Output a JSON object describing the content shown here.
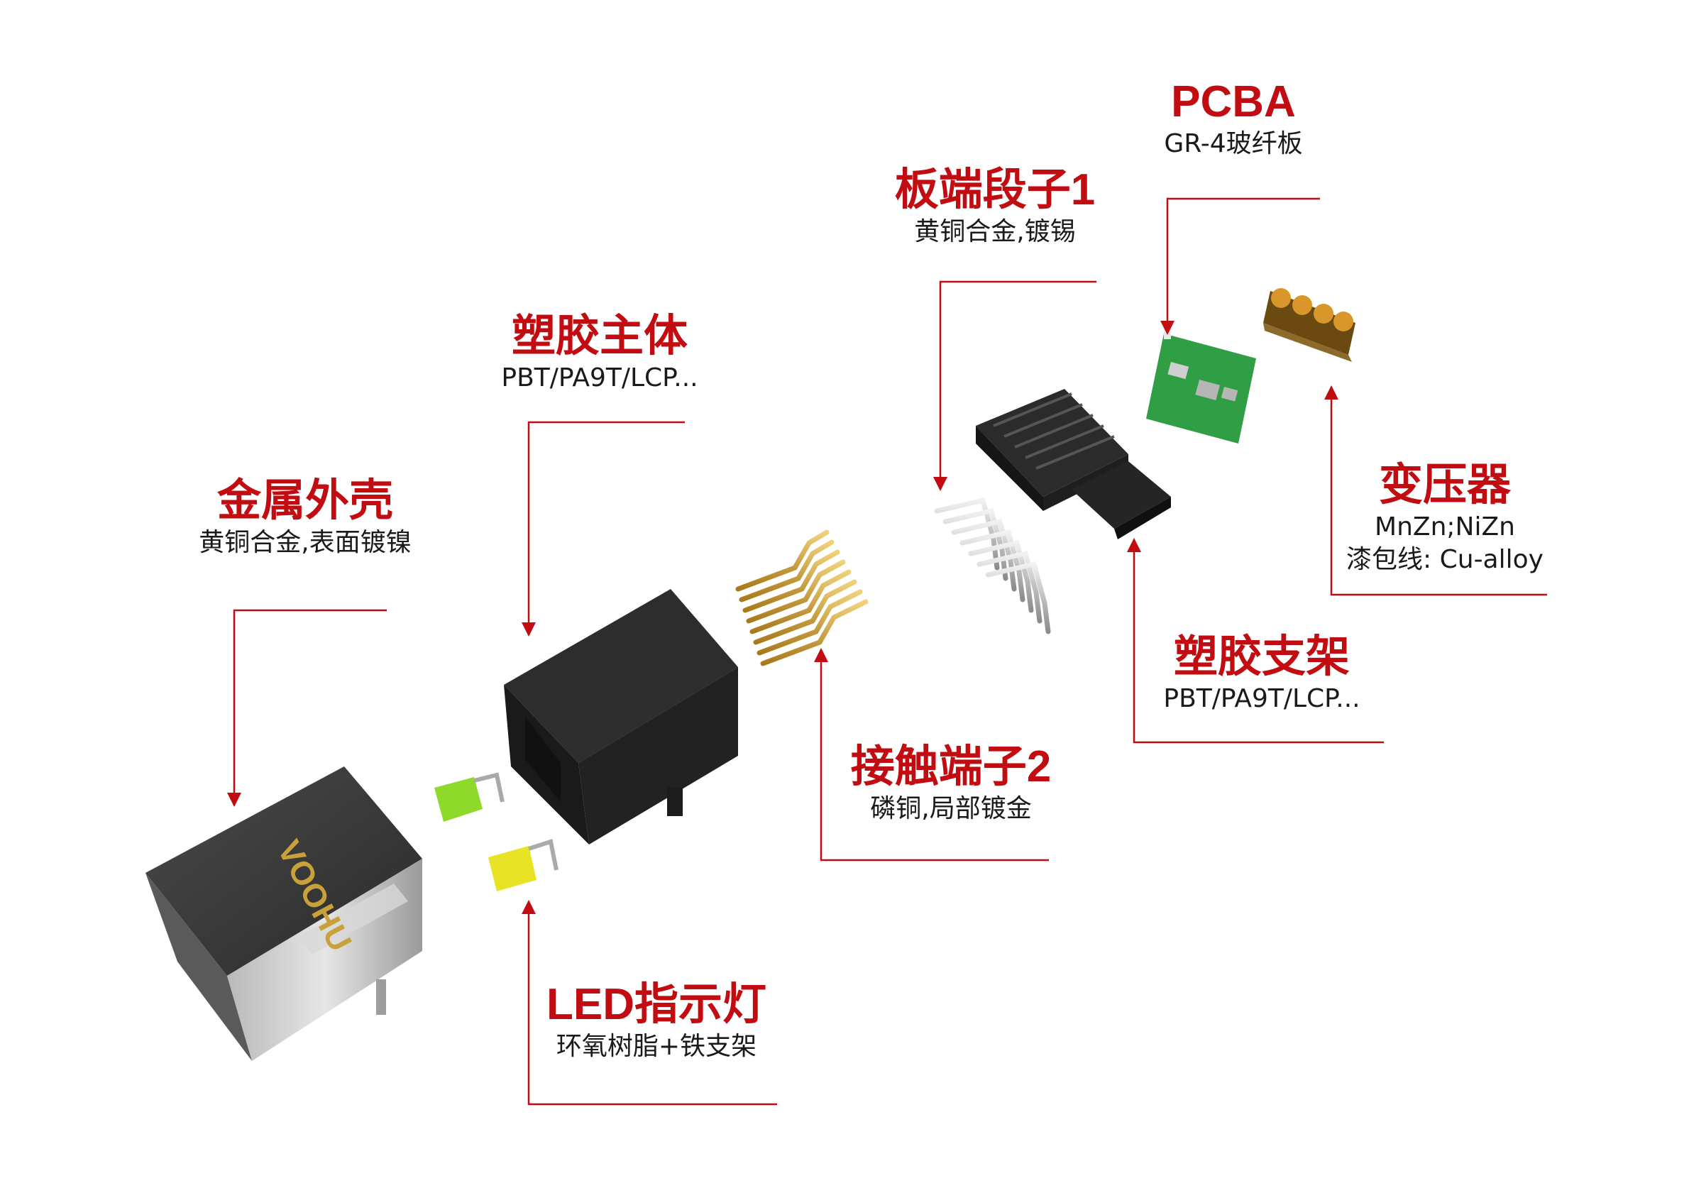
{
  "brand_mark": "VOOHU",
  "components": [
    {
      "id": "shell",
      "title": "金属外壳",
      "subtitle": "黄铜合金,表面镀镍"
    },
    {
      "id": "body",
      "title": "塑胶主体",
      "subtitle": "PBT/PA9T/LCP..."
    },
    {
      "id": "led",
      "title": "LED指示灯",
      "subtitle": "环氧树脂+铁支架"
    },
    {
      "id": "contact",
      "title": "接触端子2",
      "subtitle": "磷铜,局部镀金"
    },
    {
      "id": "board_terminal",
      "title": "板端段子1",
      "subtitle": "黄铜合金,镀锡"
    },
    {
      "id": "bracket",
      "title": "塑胶支架",
      "subtitle": "PBT/PA9T/LCP..."
    },
    {
      "id": "pcba",
      "title": "PCBA",
      "subtitle": "GR-4玻纤板"
    },
    {
      "id": "transformer",
      "title": "变压器",
      "subtitle": "MnZn;NiZn",
      "subtitle2": "漆包线: Cu-alloy"
    }
  ],
  "colors": {
    "accent": "#c10d12",
    "text": "#1a1a1a",
    "gold": "#c9a13a",
    "pcb_green": "#2f9e45"
  }
}
